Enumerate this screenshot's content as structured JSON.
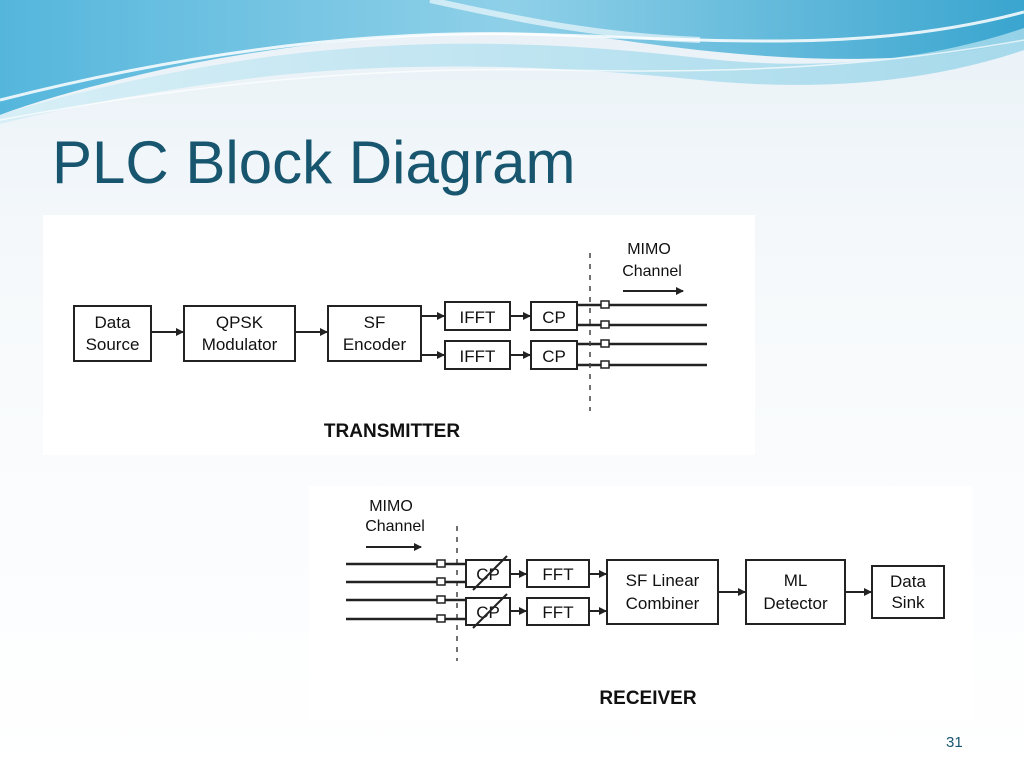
{
  "slide": {
    "title": "PLC Block Diagram",
    "page_number": "31"
  },
  "transmitter": {
    "caption": "TRANSMITTER",
    "channel_label_line1": "MIMO",
    "channel_label_line2": "Channel",
    "blocks": {
      "data_source": [
        "Data",
        "Source"
      ],
      "qpsk_modulator": [
        "QPSK",
        "Modulator"
      ],
      "sf_encoder": [
        "SF",
        "Encoder"
      ],
      "ifft_1": "IFFT",
      "ifft_2": "IFFT",
      "cp_1": "CP",
      "cp_2": "CP"
    }
  },
  "receiver": {
    "caption": "RECEIVER",
    "channel_label_line1": "MIMO",
    "channel_label_line2": "Channel",
    "blocks": {
      "cp_remove_1": "CP",
      "cp_remove_2": "CP",
      "fft_1": "FFT",
      "fft_2": "FFT",
      "sf_linear_combiner": [
        "SF Linear",
        "Combiner"
      ],
      "ml_detector": [
        "ML",
        "Detector"
      ],
      "data_sink": [
        "Data",
        "Sink"
      ]
    }
  },
  "colors": {
    "title": "#17566e",
    "wave_dark": "#3fa9d4",
    "wave_light": "#bfe3f0"
  }
}
